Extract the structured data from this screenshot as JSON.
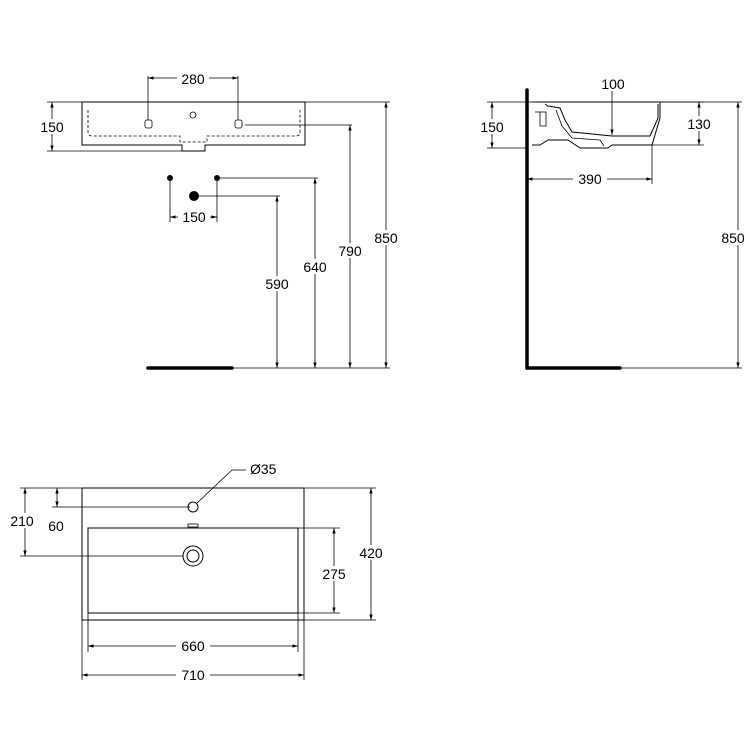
{
  "front_view": {
    "height_total": "850",
    "height_790": "790",
    "height_640": "640",
    "height_590": "590",
    "basin_height": "150",
    "tap_hole_spacing": "280",
    "outlet_spacing": "150"
  },
  "side_view": {
    "height_total": "850",
    "depth_top": "100",
    "basin_height": "150",
    "inner_height": "130",
    "projection": "390"
  },
  "plan_view": {
    "tap_hole_diameter": "Ø35",
    "depth_total": "420",
    "depth_to_waste": "210",
    "depth_to_tap": "60",
    "inner_depth": "275",
    "inner_width": "660",
    "outer_width": "710"
  }
}
